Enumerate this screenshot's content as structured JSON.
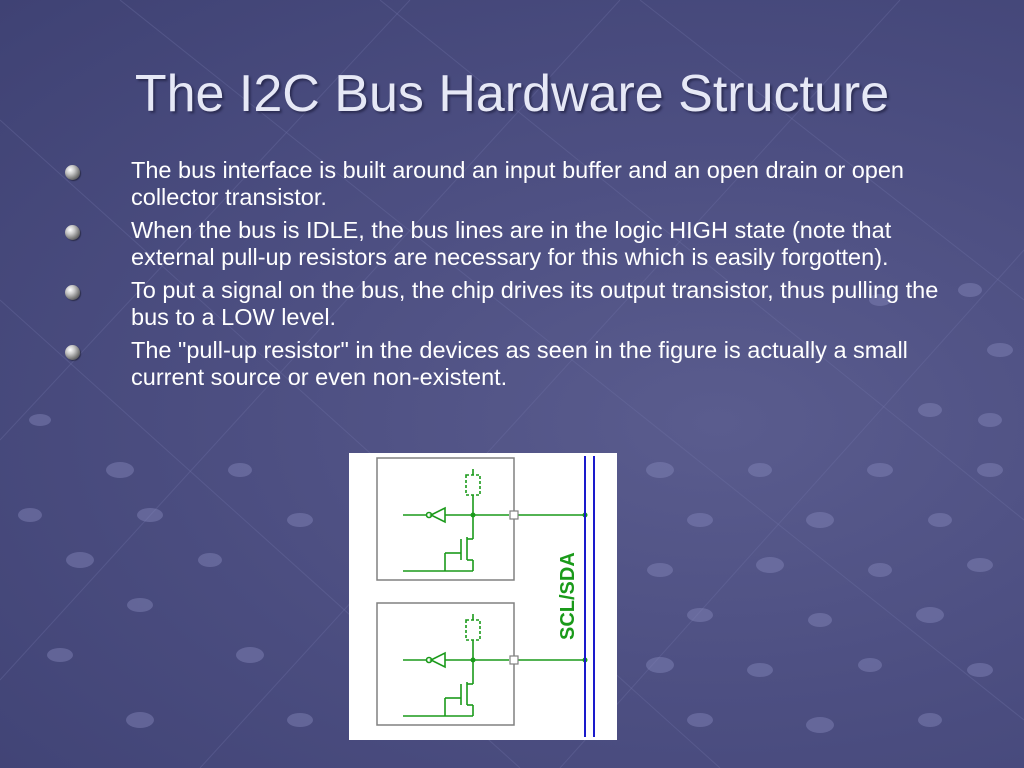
{
  "slide": {
    "title": "The I2C Bus Hardware Structure",
    "bullets": [
      {
        "text": "The bus interface is built around an input buffer and an open drain or open collector transistor."
      },
      {
        "text": "When the bus is IDLE, the bus lines are in the logic HIGH state (note that external pull-up resistors are necessary for this which is easily forgotten)."
      },
      {
        "text": "To put a signal on the bus, the chip drives its output transistor, thus pulling the bus to a LOW level."
      },
      {
        "text": "The \"pull-up resistor\" in the devices as seen in the figure is actually a small current source or even non-existent."
      }
    ],
    "figure": {
      "bus_label": "SCL/SDA",
      "colors": {
        "wire": "#1a9a1a",
        "bus": "#1a1acc",
        "box": "#808080",
        "background": "#ffffff"
      }
    },
    "colors": {
      "background": "#4d4f82",
      "title": "#e6e8f6",
      "text": "#ffffff"
    }
  }
}
